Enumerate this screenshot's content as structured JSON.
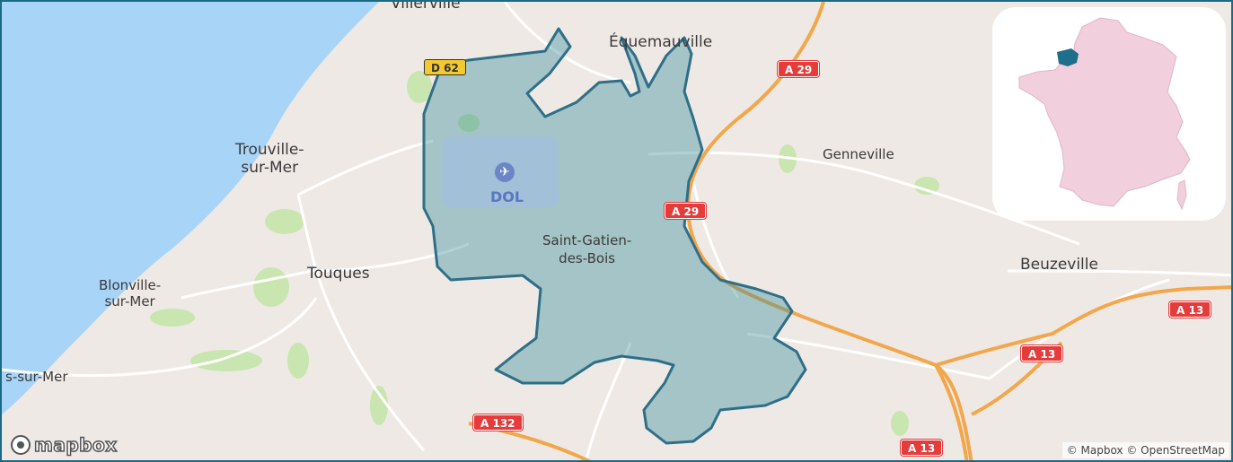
{
  "places": {
    "villerville": "Villerville",
    "equemauville": "Équemauville",
    "trouville": "Trouville-\nsur-Mer",
    "touques": "Touques",
    "blonville": "Blonville-\nsur-Mer",
    "ssurmer": "s-sur-Mer",
    "genneville": "Genneville",
    "beuzeville": "Beuzeville",
    "saint_gatien": "Saint-Gatien-\ndes-Bois"
  },
  "airport": {
    "code": "DOL",
    "icon": "airplane-icon"
  },
  "roads": {
    "d62": "D 62",
    "a29_top": "A 29",
    "a29_mid": "A 29",
    "a13_right": "A 13",
    "a13_mid": "A 13",
    "a13_bottom": "A 13",
    "a132": "A 132"
  },
  "logo": {
    "text": "mapbox",
    "icon": "mapbox-logo-icon"
  },
  "attribution": "© Mapbox © OpenStreetMap",
  "colors": {
    "sea": "#a8d4f7",
    "land": "#efe9e5",
    "highlight": "#2e8a97",
    "highlight_border": "#2e6f88",
    "park": "#c9e5b0",
    "motorway": "#f3a64a",
    "road_shield": "#e53b3b",
    "france_fill": "#f1cfdc",
    "region_fill": "#1e6f8b"
  }
}
